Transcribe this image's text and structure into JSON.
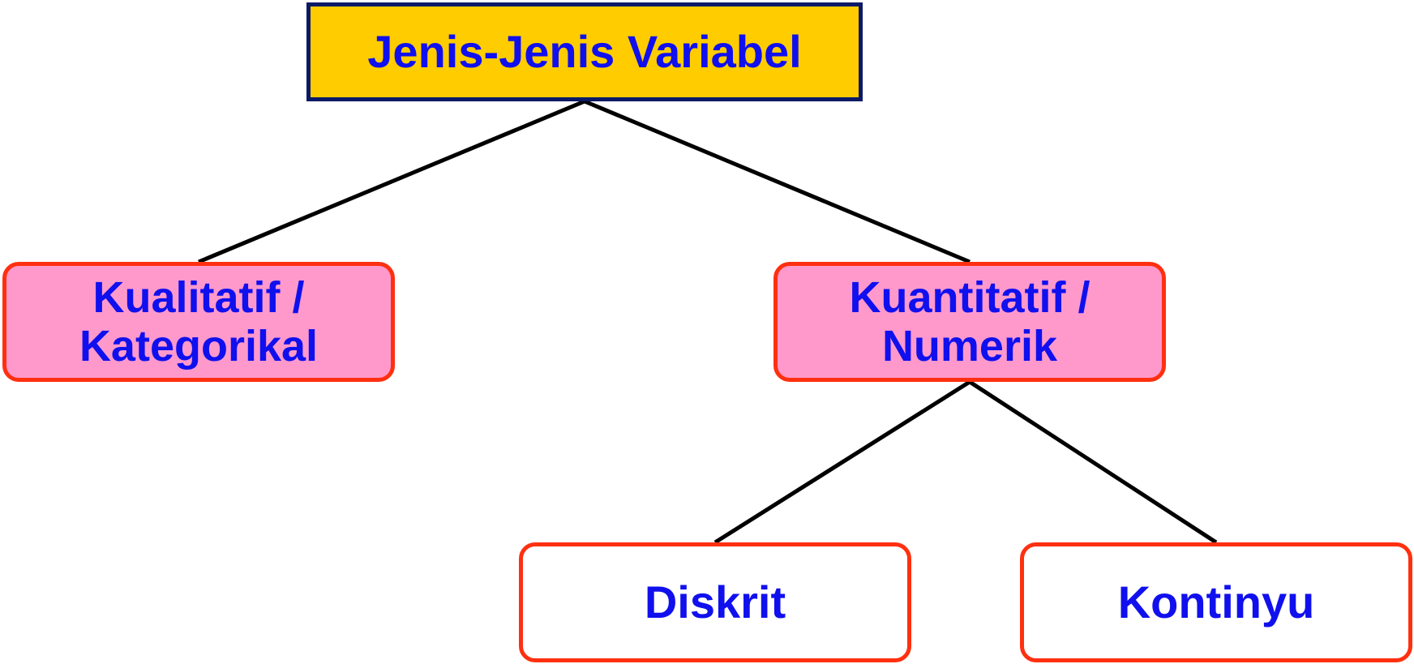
{
  "colors": {
    "text": "#1010ee",
    "root_fill": "#ffcc00",
    "category_fill": "#ff99cc",
    "leaf_fill": "#ffffff",
    "border_accent": "#ff3010",
    "root_border": "#0b1a66",
    "connector": "#000000"
  },
  "diagram": {
    "root": {
      "label": "Jenis-Jenis Variabel"
    },
    "qualitative": {
      "label": "Kualitatif /\nKategorikal"
    },
    "quantitative": {
      "label": "Kuantitatif /\nNumerik"
    },
    "discrete": {
      "label": "Diskrit"
    },
    "continuous": {
      "label": "Kontinyu"
    }
  },
  "edges": [
    [
      "root",
      "qualitative"
    ],
    [
      "root",
      "quantitative"
    ],
    [
      "quantitative",
      "discrete"
    ],
    [
      "quantitative",
      "continuous"
    ]
  ]
}
